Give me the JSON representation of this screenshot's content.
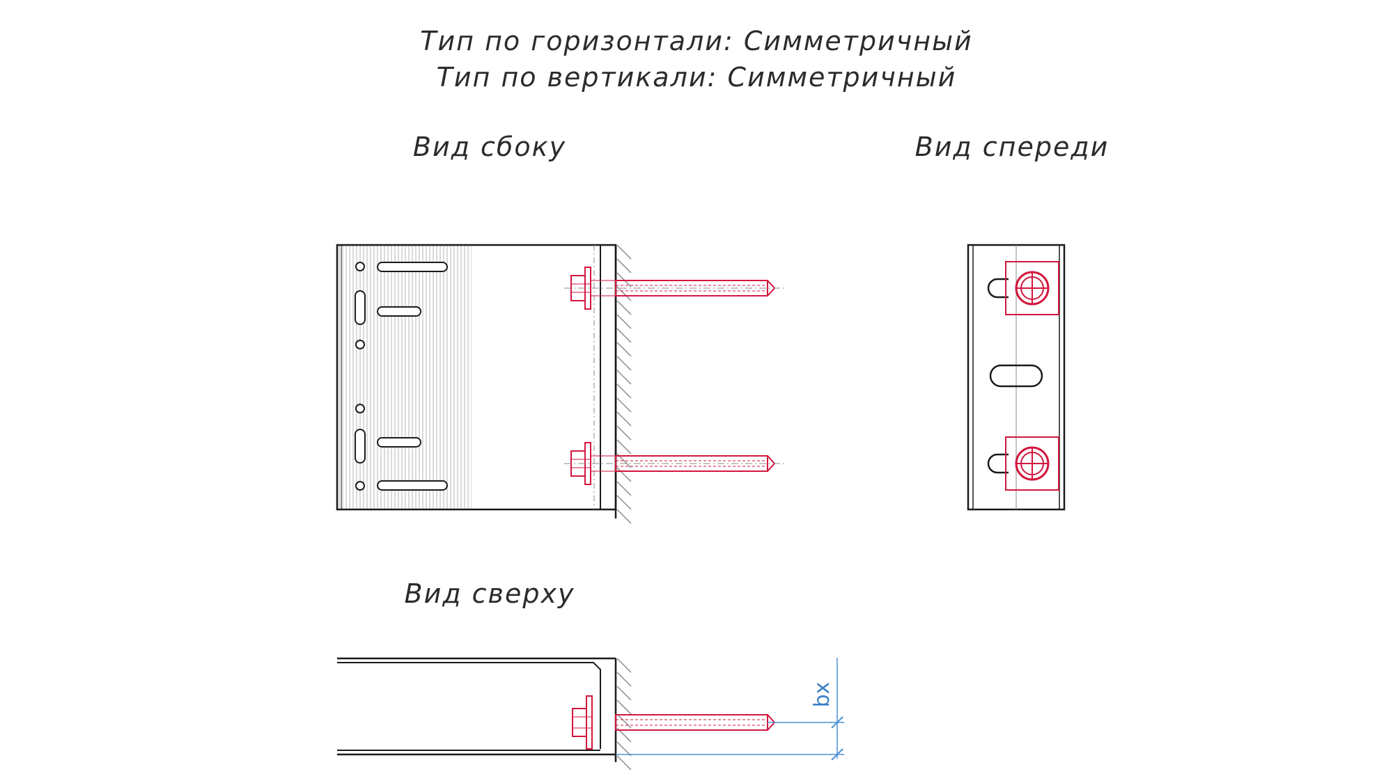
{
  "titles": {
    "horizontal_type": "Тип по горизонтали: Симметричный",
    "vertical_type": "Тип по вертикали: Симметричный"
  },
  "views": {
    "side": "Вид сбоку",
    "front": "Вид спереди",
    "top": "Вид сверху"
  },
  "dimension": {
    "label": "bx"
  },
  "colors": {
    "outline": "#1a1a1a",
    "fastener": "#d2163e",
    "dimension": "#4b8fd6",
    "wall_hatch": "#8a8a8a"
  }
}
